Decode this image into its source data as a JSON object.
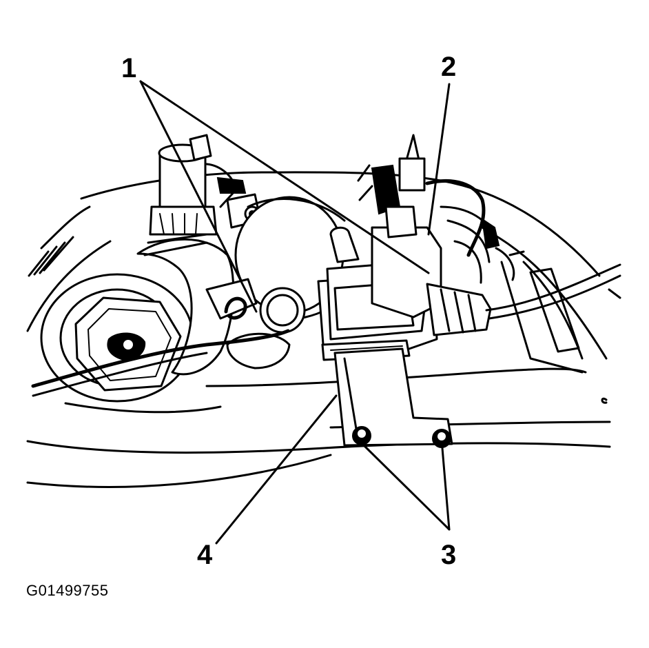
{
  "figure": {
    "id": "G01499755",
    "callouts": [
      {
        "key": "1",
        "label": "1"
      },
      {
        "key": "2",
        "label": "2"
      },
      {
        "key": "3",
        "label": "3"
      },
      {
        "key": "4",
        "label": "4"
      }
    ]
  }
}
